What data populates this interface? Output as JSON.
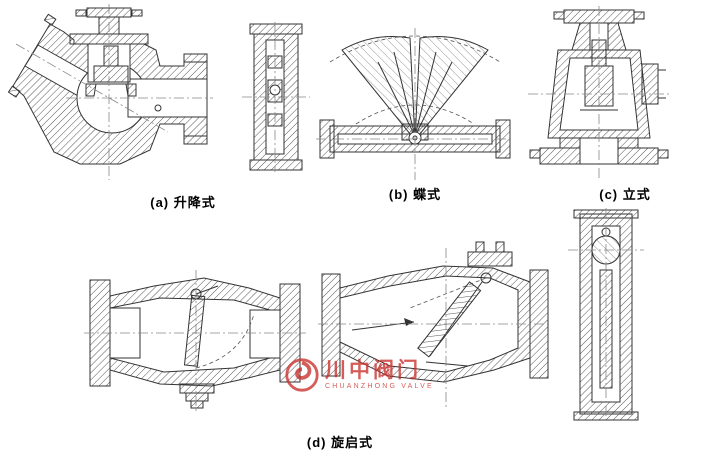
{
  "figure": {
    "labels": {
      "a": "(a) 升降式",
      "b": "(b) 蝶式",
      "c": "(c) 立式",
      "d": "(d) 旋启式"
    },
    "watermark": {
      "brand": "川中阀门",
      "subtitle": "CHUANZHONG VALVE",
      "color": "#c9302c"
    }
  }
}
